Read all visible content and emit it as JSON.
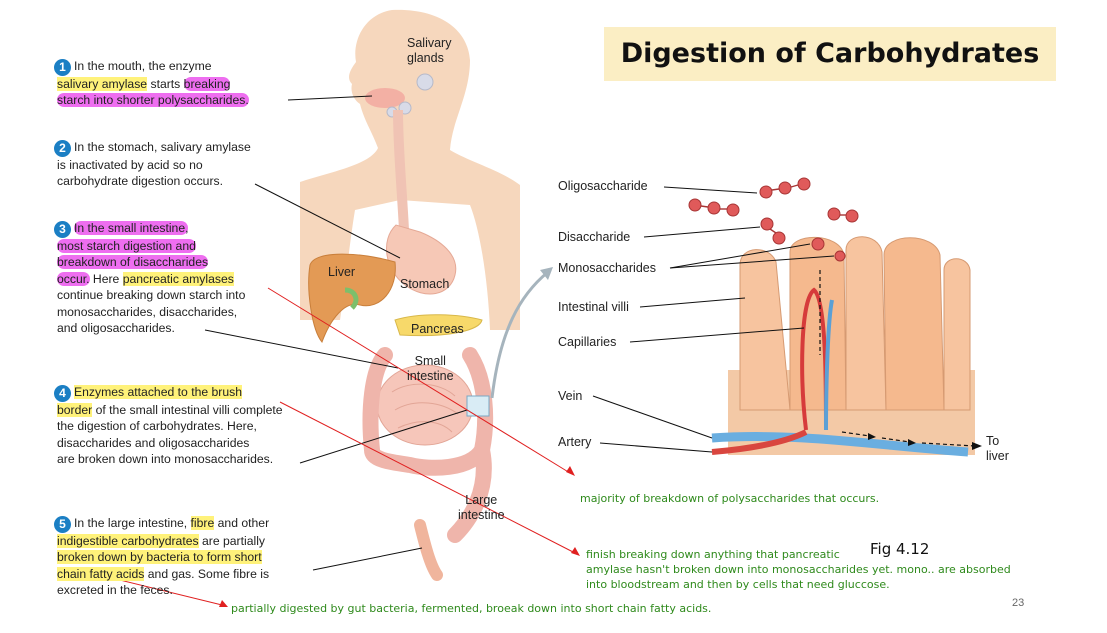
{
  "title": "Digestion of Carbohydrates",
  "steps": [
    {
      "num": "1",
      "line1_a": "In the mouth, the enzyme",
      "line2_hl": "salivary amylase",
      "line2_b": " starts ",
      "line2_pk": "breaking",
      "line3_pk": "starch into shorter polysaccharides."
    },
    {
      "num": "2",
      "line1": "In the stomach, salivary amylase",
      "line2": "is inactivated by acid so no",
      "line3": "carbohydrate digestion occurs."
    },
    {
      "num": "3",
      "line1_pk": "In the small intestine,",
      "line2_pk": "most starch digestion and",
      "line3_pk": "breakdown of disaccharides",
      "line4_pk": "occur.",
      "line4_b": " Here ",
      "line4_hl": "pancreatic amylases",
      "line5": "continue breaking down starch into",
      "line6": "monosaccharides, disaccharides,",
      "line7": "and oligosaccharides."
    },
    {
      "num": "4",
      "line1_hl": "Enzymes attached to the brush",
      "line2_hl": "border",
      "line2_b": " of the small intestinal villi complete",
      "line3": "the digestion of carbohydrates. Here,",
      "line4": "disaccharides and oligosaccharides",
      "line5": "are broken down into monosaccharides."
    },
    {
      "num": "5",
      "line1_a": "In the large intestine, ",
      "line1_hl": "fibre",
      "line1_b": " and other",
      "line2_hl": "indigestible carbohydrates",
      "line2_b": " are partially",
      "line3_hl": "broken down by bacteria to form short",
      "line4_hl": "chain fatty acids",
      "line4_b": " and gas. Some fibre is",
      "line5": "excreted in the feces."
    }
  ],
  "organ_labels": {
    "salivary": "Salivary\nglands",
    "salivary_l1": "Salivary",
    "salivary_l2": "glands",
    "liver": "Liver",
    "stomach": "Stomach",
    "pancreas": "Pancreas",
    "small_l1": "Small",
    "small_l2": "intestine",
    "large_l1": "Large",
    "large_l2": "intestine"
  },
  "villi_labels": {
    "oligo": "Oligosaccharide",
    "di": "Disaccharide",
    "mono": "Monosaccharides",
    "villi": "Intestinal villi",
    "cap": "Capillaries",
    "vein": "Vein",
    "artery": "Artery",
    "to_l1": "To",
    "to_l2": "liver"
  },
  "notes": {
    "n1": "majority of breakdown of polysaccharides that occurs.",
    "n2_l1": "finish breaking down anything that pancreatic",
    "n2_l2": "amylase hasn't broken down into monosaccharides yet. mono.. are absorbed",
    "n2_l3": "into bloodstream and then by cells that need gluccose.",
    "n3": "partially digested by gut bacteria, fermented, broeak down into short chain fatty acids."
  },
  "figure_label": "Fig 4.12",
  "page_number": "23",
  "colors": {
    "title_bg": "#fbeec4",
    "highlight_yellow": "#fff27a",
    "highlight_pink": "#ee6ef0",
    "step_circle": "#1b7fc4",
    "note_green": "#2f8a1c",
    "annotation_red": "#e02020",
    "sugar": "#e05a5a"
  }
}
